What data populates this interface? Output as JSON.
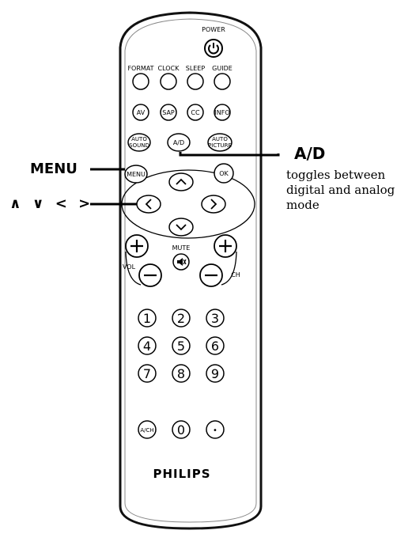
{
  "remote": {
    "power_label": "POWER",
    "format_label": "FORMAT",
    "clock_label": "CLOCK",
    "sleep_label": "SLEEP",
    "guide_label": "GUIDE",
    "av_label": "AV",
    "sap_label": "SAP",
    "cc_label": "CC",
    "info_label": "INFO",
    "auto_sound_line1": "AUTO",
    "auto_sound_line2": "SOUND",
    "ad_label": "A/D",
    "auto_picture_line1": "AUTO",
    "auto_picture_line2": "PICTURE",
    "menu_label": "MENU",
    "ok_label": "OK",
    "mute_label": "MUTE",
    "vol_label": "VOL",
    "ch_label": "CH",
    "digits": [
      "1",
      "2",
      "3",
      "4",
      "5",
      "6",
      "7",
      "8",
      "9"
    ],
    "ach_label": "A/CH",
    "zero_label": "0",
    "dot_label": "•",
    "brand": "PHILIPS"
  },
  "callouts": {
    "ad_title": "A/D",
    "ad_description": "toggles between digital and analog mode",
    "menu": "MENU",
    "arrows": "∧ ∨ < >"
  }
}
